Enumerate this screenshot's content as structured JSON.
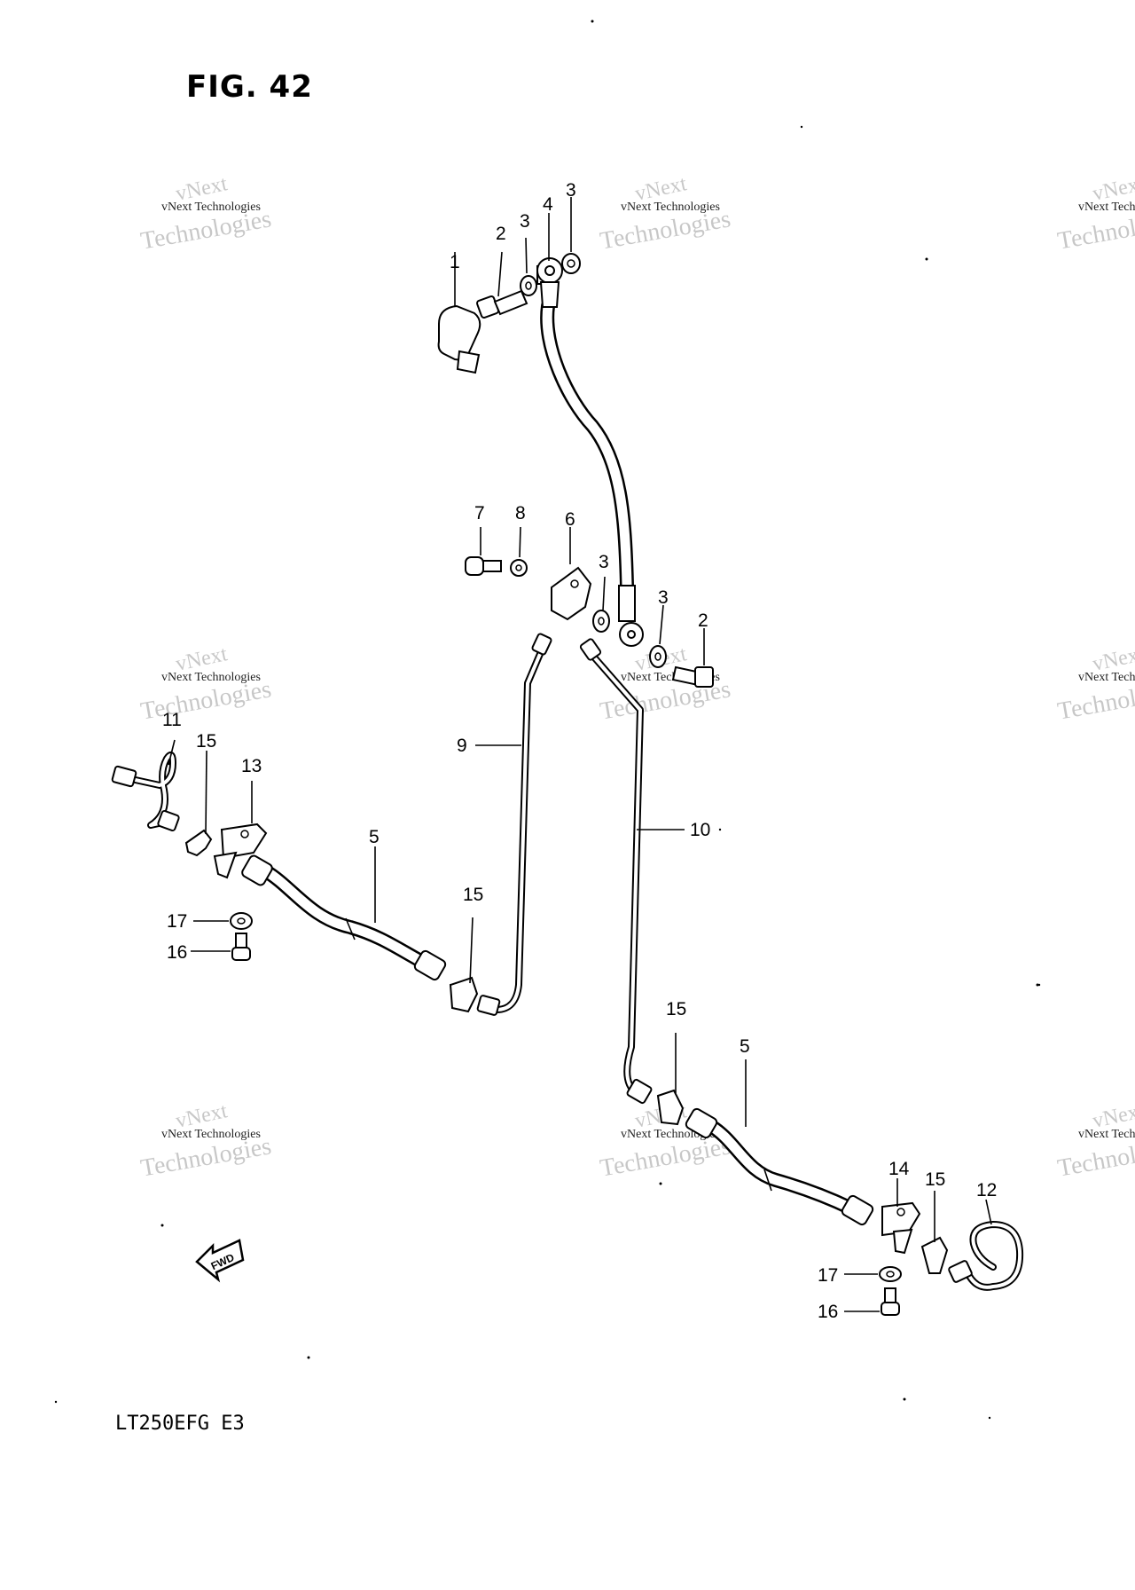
{
  "figure": {
    "title": "FIG. 42",
    "model": "LT250EFG E3",
    "direction_badge": "FWD"
  },
  "watermark": {
    "line_top": "vNext",
    "line_mid": "vNext Technologies",
    "line_bottom": "Technologies"
  },
  "callouts": [
    {
      "id": "c1",
      "label": "1"
    },
    {
      "id": "c2a",
      "label": "2"
    },
    {
      "id": "c3a",
      "label": "3"
    },
    {
      "id": "c4",
      "label": "4"
    },
    {
      "id": "c3b",
      "label": "3"
    },
    {
      "id": "c7",
      "label": "7"
    },
    {
      "id": "c8",
      "label": "8"
    },
    {
      "id": "c6",
      "label": "6"
    },
    {
      "id": "c3c",
      "label": "3"
    },
    {
      "id": "c3d",
      "label": "3"
    },
    {
      "id": "c2b",
      "label": "2"
    },
    {
      "id": "c9",
      "label": "9"
    },
    {
      "id": "c10",
      "label": "10"
    },
    {
      "id": "c11",
      "label": "11"
    },
    {
      "id": "c15a",
      "label": "15"
    },
    {
      "id": "c13",
      "label": "13"
    },
    {
      "id": "c5a",
      "label": "5"
    },
    {
      "id": "c15b",
      "label": "15"
    },
    {
      "id": "c17a",
      "label": "17"
    },
    {
      "id": "c16a",
      "label": "16"
    },
    {
      "id": "c15c",
      "label": "15"
    },
    {
      "id": "c5b",
      "label": "5"
    },
    {
      "id": "c14",
      "label": "14"
    },
    {
      "id": "c15d",
      "label": "15"
    },
    {
      "id": "c12",
      "label": "12"
    },
    {
      "id": "c17b",
      "label": "17"
    },
    {
      "id": "c16b",
      "label": "16"
    }
  ]
}
